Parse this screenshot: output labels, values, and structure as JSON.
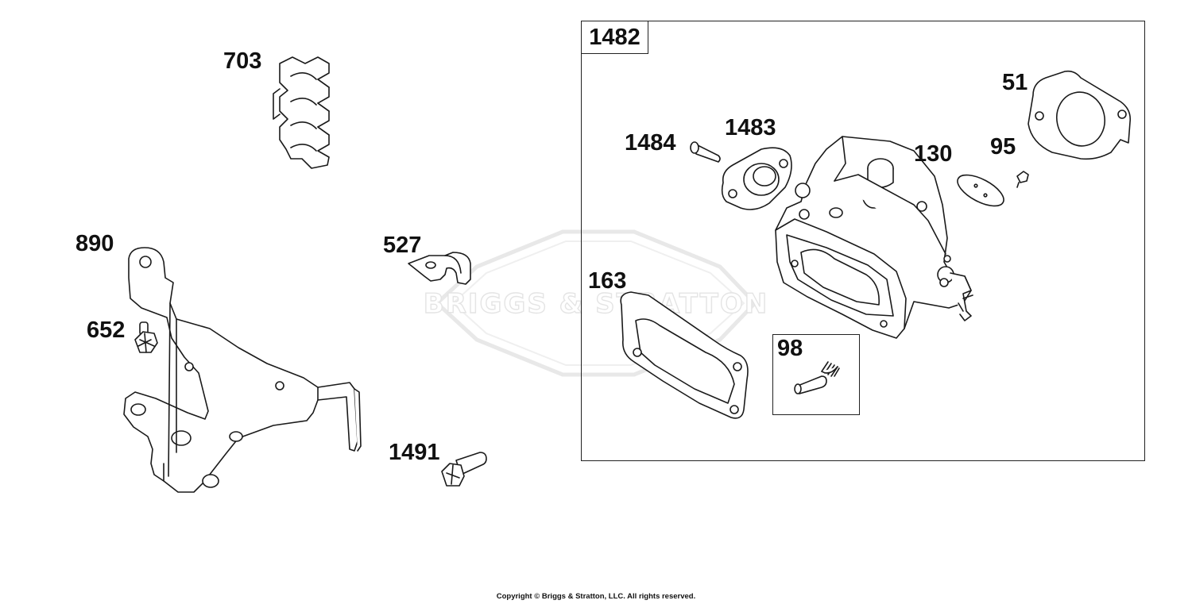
{
  "watermark": {
    "text": "BRIGGS & STRATTON"
  },
  "callouts": {
    "c703": "703",
    "c890": "890",
    "c652": "652",
    "c527": "527",
    "c1491": "1491",
    "c1484": "1484",
    "c1483": "1483",
    "c130": "130",
    "c95": "95",
    "c51": "51",
    "c163": "163"
  },
  "assembly_box": {
    "label": "1482"
  },
  "subkit_box": {
    "label": "98"
  },
  "footer": {
    "copyright": "Copyright © Briggs & Stratton, LLC. All rights reserved."
  }
}
